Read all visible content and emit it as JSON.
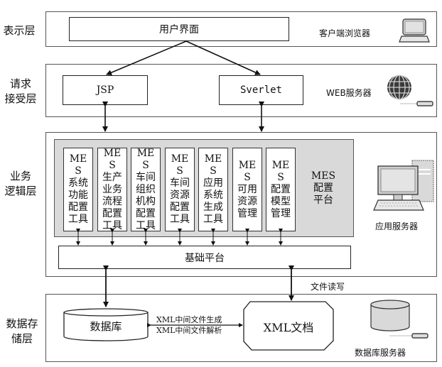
{
  "layers": {
    "presentation": {
      "label": "表示层",
      "ui_box": "用户界面",
      "side_label": "客户端浏览器",
      "icon": "laptop-icon"
    },
    "request": {
      "label_lines": [
        "请求",
        "接受层"
      ],
      "jsp_box": "JSP",
      "servlet_box": "Sverlet",
      "side_label": "WEB服务器",
      "icon": "globe-server-icon"
    },
    "business": {
      "label_lines": [
        "业务",
        "逻辑层"
      ],
      "tools": [
        {
          "lines": [
            "MES",
            "系统",
            "功能",
            "配置",
            "工具"
          ]
        },
        {
          "lines": [
            "MES",
            "生产",
            "业务",
            "流程",
            "配置",
            "工具"
          ]
        },
        {
          "lines": [
            "MES",
            "车间",
            "组织",
            "机构",
            "配置",
            "工具"
          ]
        },
        {
          "lines": [
            "MES",
            "车间",
            "资源",
            "配置",
            "工具"
          ]
        },
        {
          "lines": [
            "MES",
            "应用",
            "系统",
            "生成",
            "工具"
          ]
        },
        {
          "lines": [
            "MES",
            "可用",
            "资源",
            "管理"
          ]
        },
        {
          "lines": [
            "MES",
            "配置",
            "模型",
            "管理"
          ]
        }
      ],
      "platform_label_lines": [
        "MES",
        "配置",
        "平台"
      ],
      "base_platform": "基础平台",
      "side_label": "应用服务器",
      "icon": "desktop-computer-icon"
    },
    "storage": {
      "label_lines": [
        "数据存",
        "储层"
      ],
      "database": "数据库",
      "xml_doc": "XML文档",
      "arrow_label_top": "XML中间文件生成",
      "arrow_label_bottom": "XML中间文件解析",
      "side_label": "数据库服务器",
      "icon": "database-server-icon"
    }
  },
  "connectors": {
    "file_rw_label": "文件读写"
  }
}
